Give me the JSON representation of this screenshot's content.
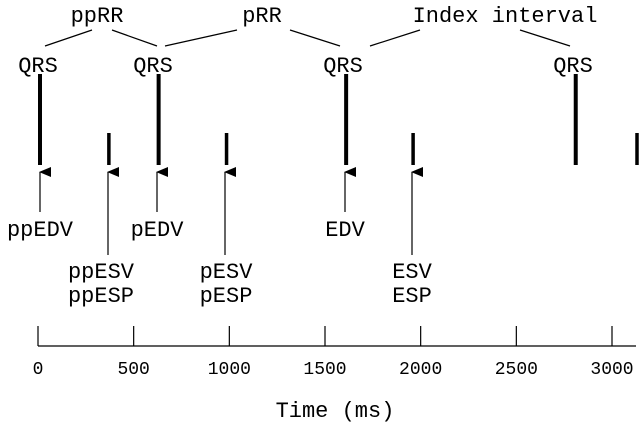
{
  "intervals": {
    "pprr": "ppRR",
    "prr": "pRR",
    "index": "Index interval"
  },
  "beats": {
    "qrs_label": "QRS",
    "qrs_times_ms": [
      0,
      620,
      1600,
      2800
    ]
  },
  "events": {
    "ppedv": "ppEDV",
    "ppesv": "ppESV",
    "ppesp": "ppESP",
    "pedv": "pEDV",
    "pesv": "pESV",
    "pesp": "pESP",
    "edv": "EDV",
    "esv": "ESV",
    "esp": "ESP",
    "end_systole_times_ms": [
      360,
      975,
      1950,
      3140
    ]
  },
  "axis": {
    "title": "Time (ms)",
    "range_ms": [
      0,
      3000
    ],
    "ticks": [
      "0",
      "500",
      "1000",
      "1500",
      "2000",
      "2500",
      "3000"
    ]
  }
}
